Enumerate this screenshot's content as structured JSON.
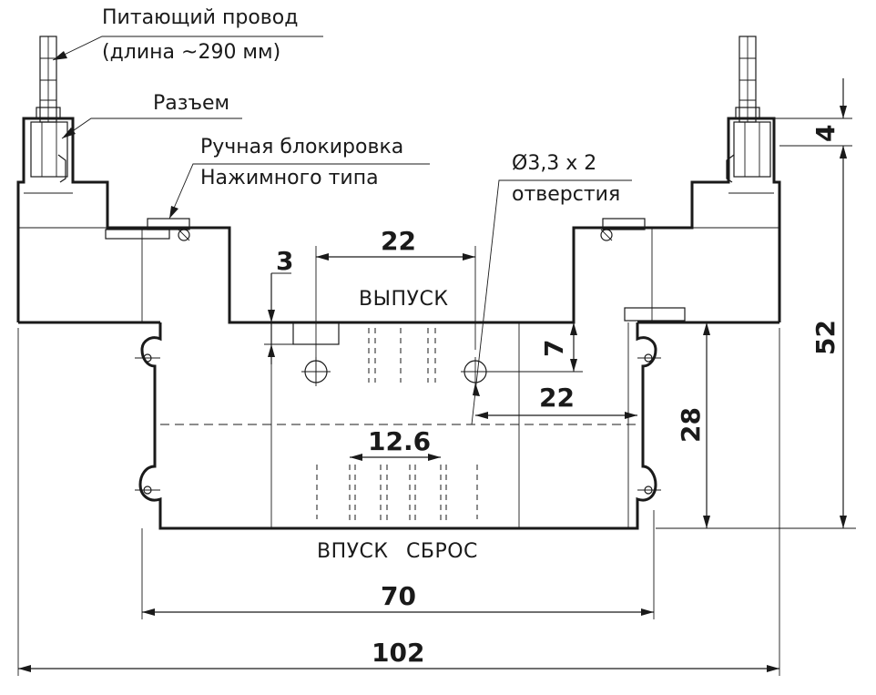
{
  "labels": {
    "power_wire_line1": "Питающий провод",
    "power_wire_line2": "(длина ~290 мм)",
    "connector": "Разъем",
    "manual_override_line1": "Ручная блокировка",
    "manual_override_line2": "Нажимного типа",
    "holes_line1": "Ø3,3 x 2",
    "holes_line2": "отверстия",
    "port_exhaust": "ВЫПУСК",
    "port_inlet": "ВПУСК",
    "port_reset": "СБРОС"
  },
  "dimensions": {
    "d_22_top": "22",
    "d_3": "3",
    "d_7": "7",
    "d_22_right": "22",
    "d_12_6": "12.6",
    "d_28": "28",
    "d_52": "52",
    "d_4": "4",
    "d_70": "70",
    "d_102": "102"
  }
}
